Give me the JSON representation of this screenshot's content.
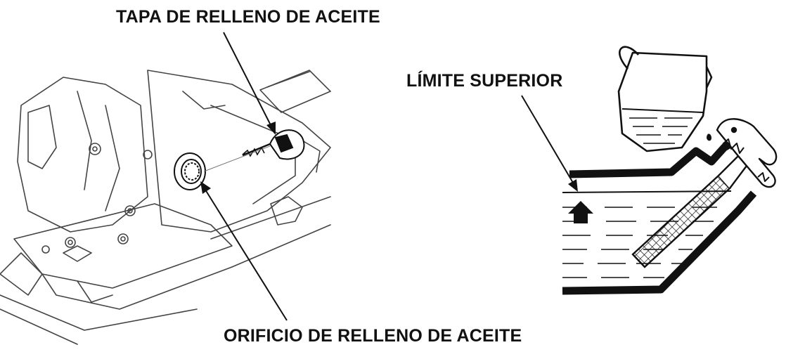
{
  "labels": {
    "oil_filler_cap": "TAPA DE RELLENO DE ACEITE",
    "upper_limit": "LÍMITE SUPERIOR",
    "oil_filler_hole": "ORIFICIO DE RELLENO DE ACEITE"
  },
  "colors": {
    "ink": "#111111",
    "line": "#444444",
    "paper": "#ffffff"
  },
  "icons": {
    "level_arrow": "up-arrow-icon",
    "pitcher": "oil-pitcher-icon"
  }
}
